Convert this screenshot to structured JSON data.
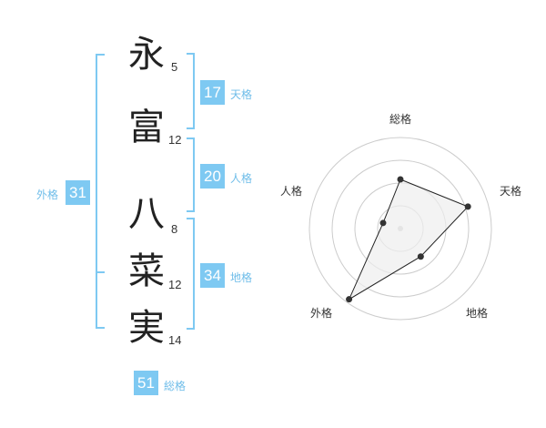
{
  "name": {
    "characters": [
      {
        "char": "永",
        "strokes": "5"
      },
      {
        "char": "富",
        "strokes": "12"
      },
      {
        "char": "八",
        "strokes": "8"
      },
      {
        "char": "菜",
        "strokes": "12"
      },
      {
        "char": "実",
        "strokes": "14"
      }
    ]
  },
  "kaku": {
    "tenkaku": {
      "value": "17",
      "label": "天格"
    },
    "jinkaku": {
      "value": "20",
      "label": "人格"
    },
    "chikaku": {
      "value": "34",
      "label": "地格"
    },
    "gaikaku": {
      "value": "31",
      "label": "外格"
    },
    "soukaku": {
      "value": "51",
      "label": "総格"
    }
  },
  "chart_data": {
    "type": "radar",
    "axes": [
      "総格",
      "天格",
      "地格",
      "外格",
      "人格"
    ],
    "values": [
      2.7,
      3.9,
      1.9,
      4.8,
      1.0
    ],
    "max": 5,
    "rings": 4,
    "colors": {
      "fill": "#eeeeee",
      "line": "#222222",
      "grid": "#cccccc",
      "point": "#333333"
    }
  }
}
